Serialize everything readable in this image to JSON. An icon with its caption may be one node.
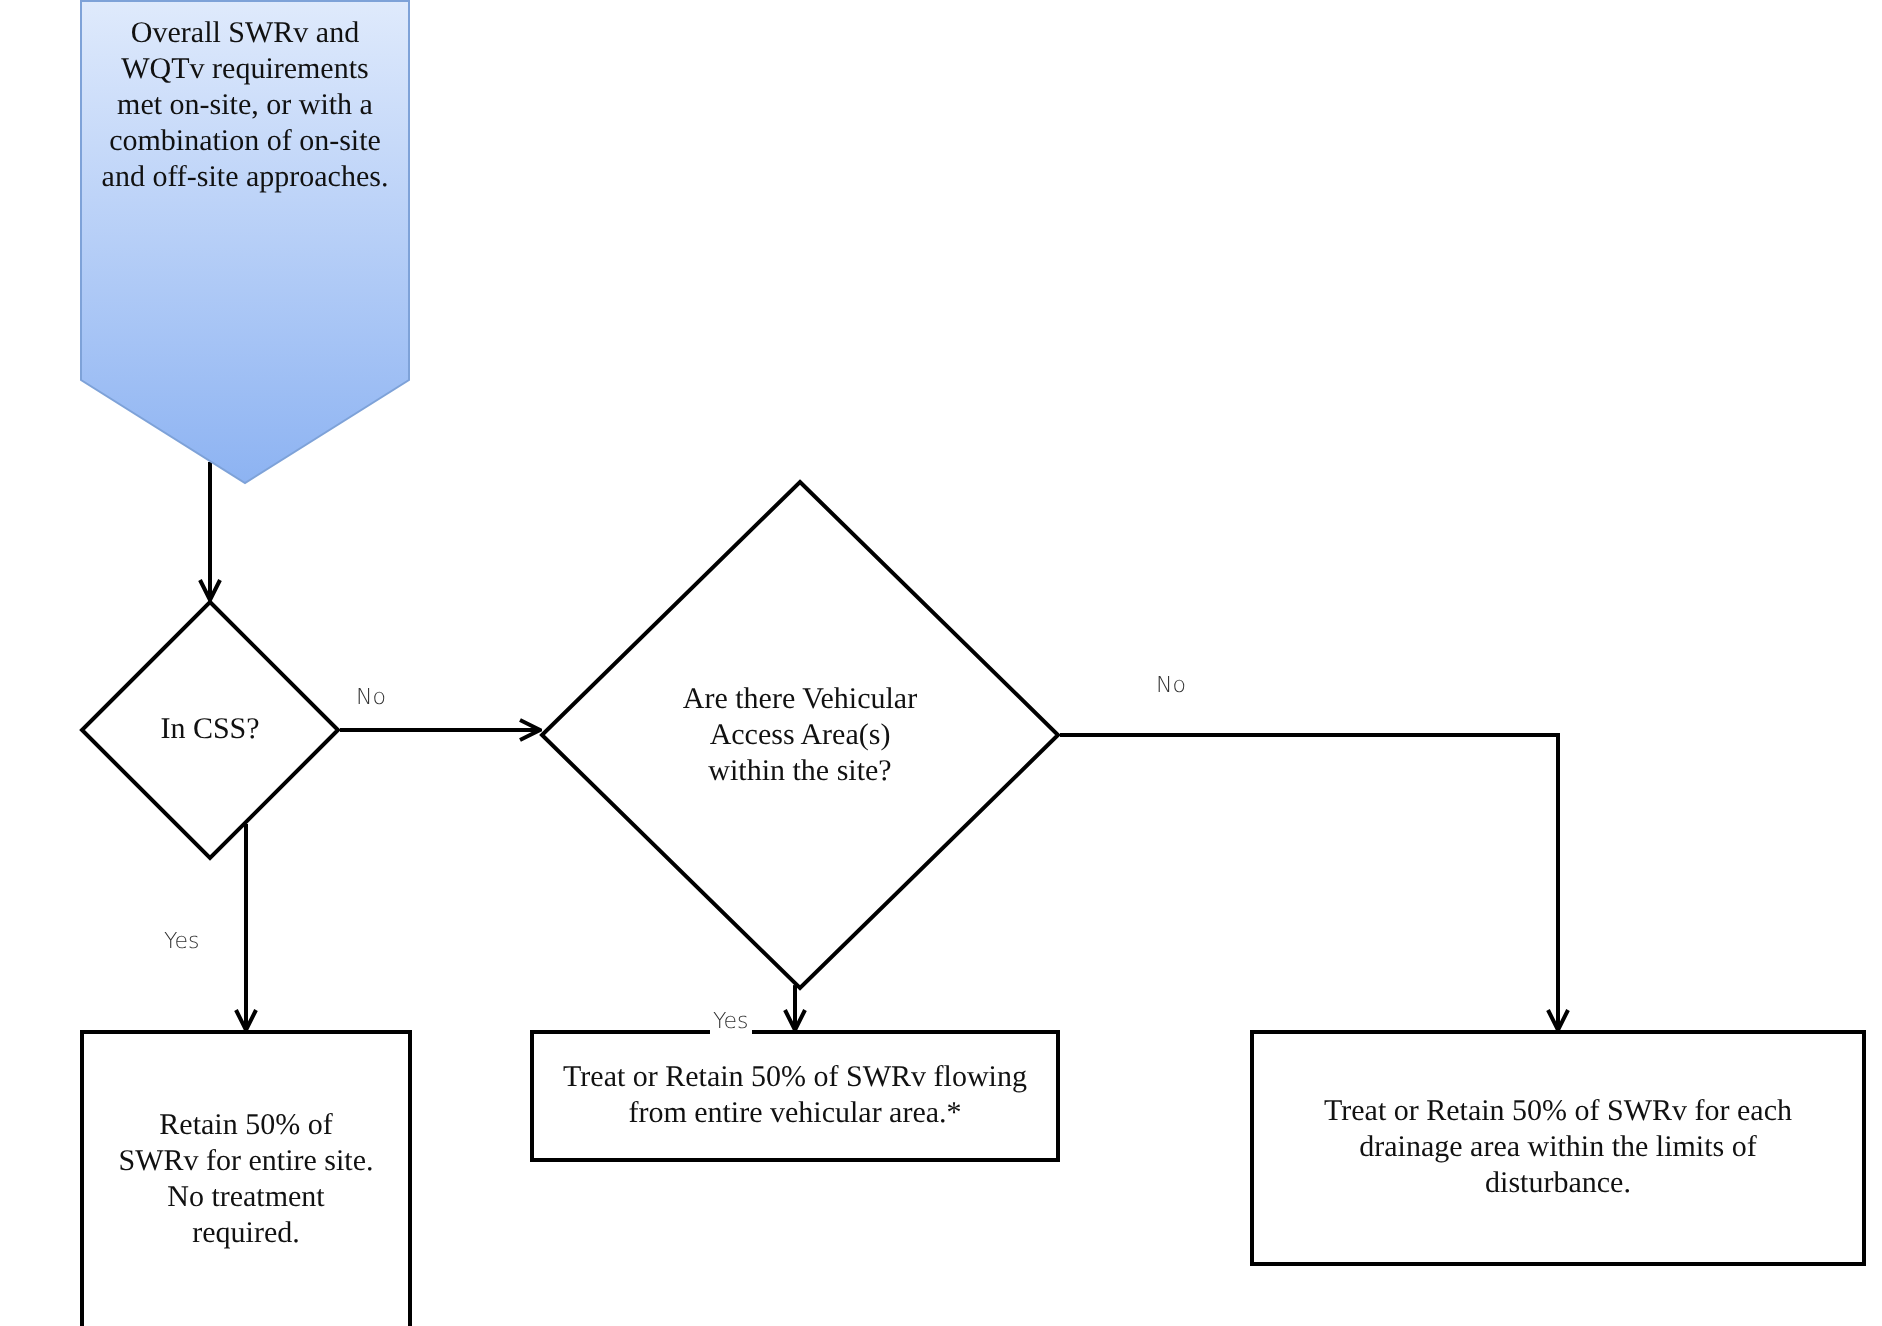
{
  "diagram": {
    "nodes": [
      {
        "text": [
          "Overall SWRv and WQTv requirements met on-site, or with a combination of on-site and off-site approaches."
        ]
      },
      {
        "text": [
          "In CSS?"
        ]
      },
      {
        "text": [
          "Are there Vehicular Access Area(s) within the site?"
        ]
      },
      {
        "text": [
          "Retain 50% of SWRv for entire site.  No treatment required."
        ]
      },
      {
        "text": [
          "Treat or Retain 50% of SWRv flowing from entire vehicular area.*"
        ]
      },
      {
        "text": [
          "Treat or Retain 50% of SWRv for each drainage area within the limits of disturbance."
        ]
      }
    ],
    "edges": [
      {
        "from": 0,
        "to": 1,
        "arrow": "to"
      },
      {
        "from": 1,
        "to": 2,
        "arrow": "to",
        "label": "No"
      },
      {
        "from": 1,
        "to": 3,
        "arrow": "to",
        "label": "Yes"
      },
      {
        "from": 2,
        "to": 4,
        "arrow": "to",
        "label": "Yes"
      },
      {
        "from": 2,
        "to": 5,
        "arrow": "to",
        "label": "No"
      }
    ]
  }
}
